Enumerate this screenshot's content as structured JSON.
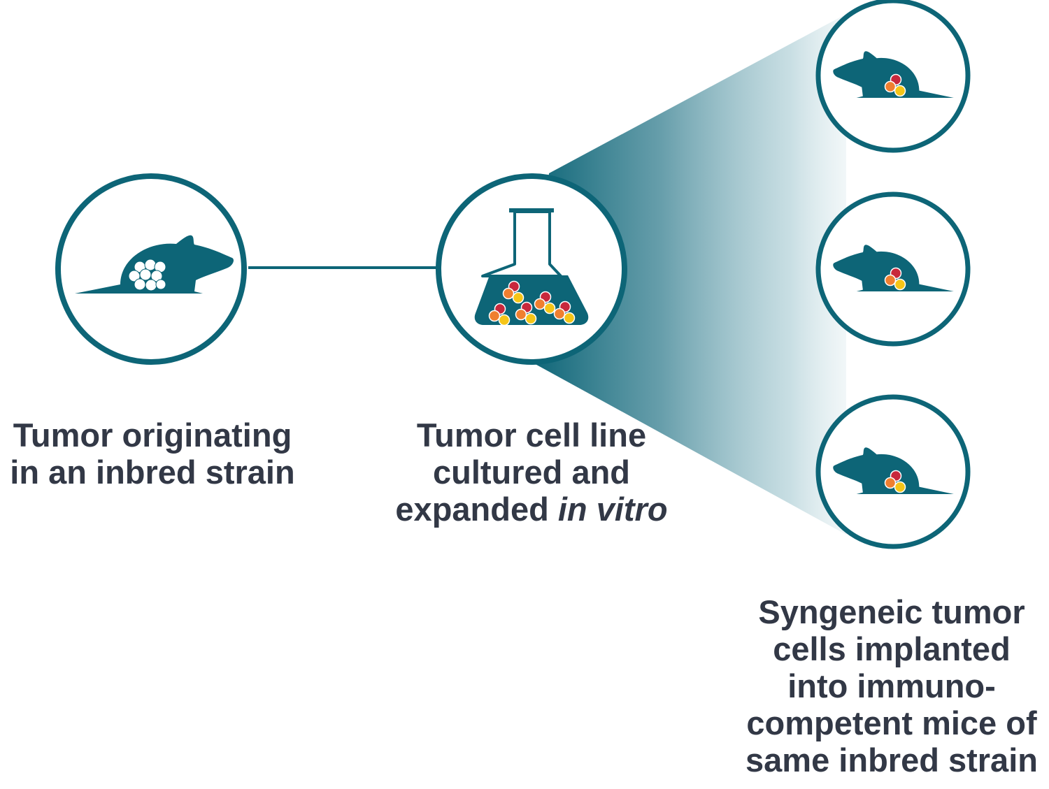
{
  "colors": {
    "teal": "#0d6577",
    "text": "#323846",
    "background": "#ffffff",
    "cell_red": "#c8283c",
    "cell_orange": "#ef7f30",
    "cell_yellow": "#f5c518",
    "tumor_white": "#ffffff"
  },
  "nodes": [
    {
      "id": "origin",
      "icon": "mouse-with-tumor-icon"
    },
    {
      "id": "culture",
      "icon": "flask-with-cells-icon"
    },
    {
      "id": "implant-1",
      "icon": "mouse-with-implanted-cells-icon"
    },
    {
      "id": "implant-2",
      "icon": "mouse-with-implanted-cells-icon"
    },
    {
      "id": "implant-3",
      "icon": "mouse-with-implanted-cells-icon"
    }
  ],
  "captions": {
    "origin": {
      "line1": "Tumor originating",
      "line2": "in an inbred strain"
    },
    "culture": {
      "line1": "Tumor cell line",
      "line2": "cultured and",
      "line3_prefix": "expanded ",
      "line3_italic": "in vitro"
    },
    "implant": {
      "line1": "Syngeneic tumor",
      "line2": "cells implanted",
      "line3": "into immuno-",
      "line4": "competent mice of",
      "line5": "same inbred strain"
    }
  }
}
